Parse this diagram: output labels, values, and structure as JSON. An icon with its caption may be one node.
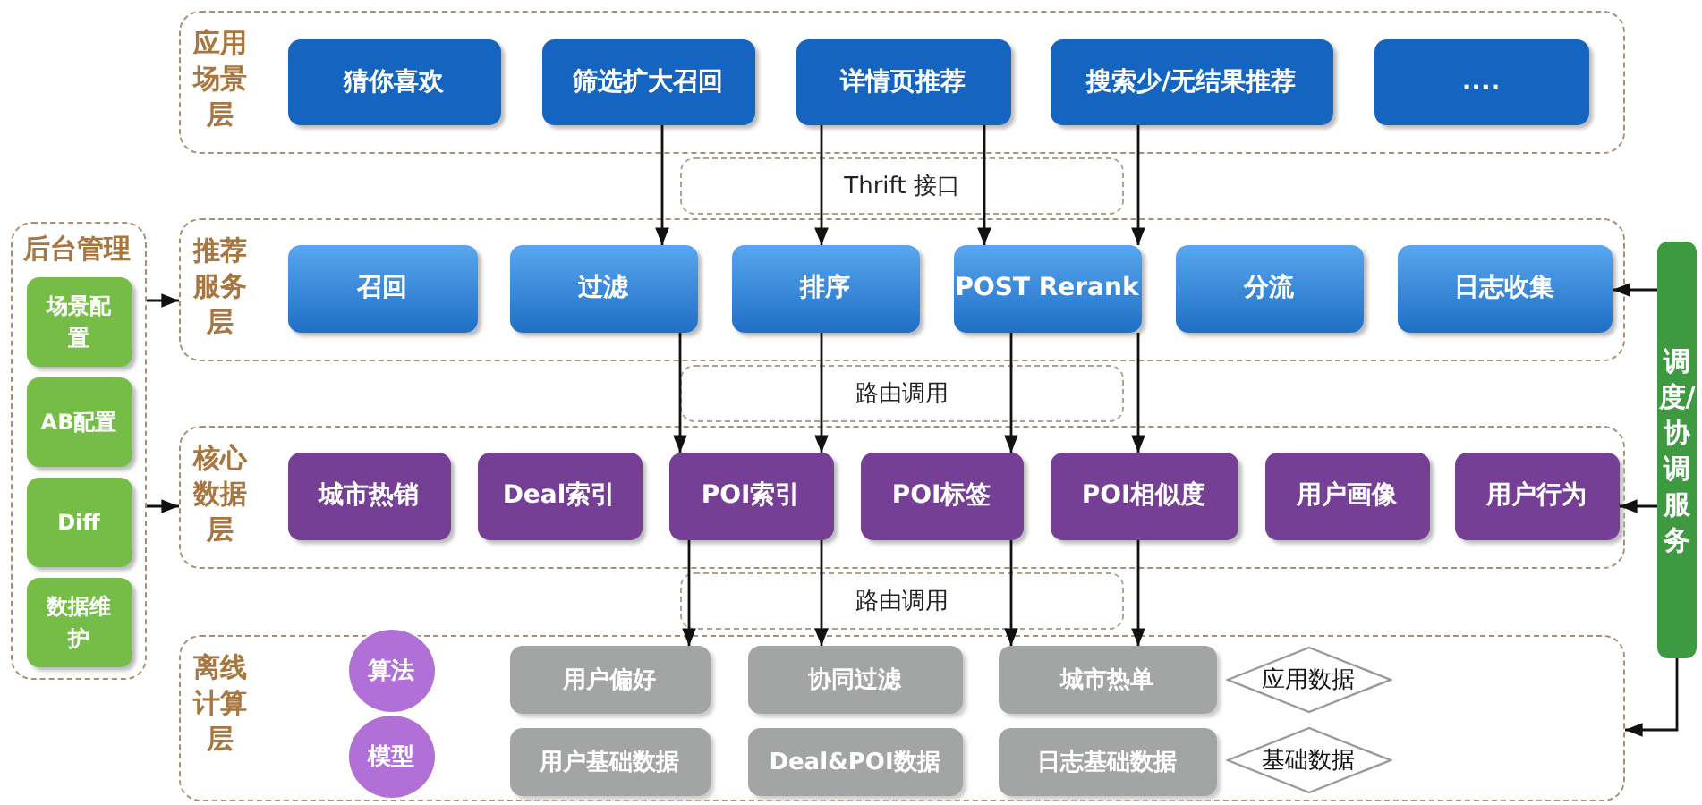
{
  "diagram": {
    "nodes": [
      {
        "text": [
          "应用场景层"
        ]
      },
      {
        "text": [
          "猜你喜欢"
        ],
        "in": 0
      },
      {
        "text": [
          "筛选扩大召回"
        ],
        "in": 0
      },
      {
        "text": [
          "详情页推荐"
        ],
        "in": 0
      },
      {
        "text": [
          "搜索少/无结果推荐"
        ],
        "in": 0
      },
      {
        "text": [
          "...."
        ],
        "in": 0
      },
      {
        "text": [
          "后台管理"
        ]
      },
      {
        "text": [
          "场景配置"
        ],
        "in": 6
      },
      {
        "text": [
          "AB配置"
        ],
        "in": 6
      },
      {
        "text": [
          "Diff"
        ],
        "in": 6
      },
      {
        "text": [
          "数据维护"
        ],
        "in": 6
      },
      {
        "text": [
          "推荐服务层"
        ]
      },
      {
        "text": [
          "召回"
        ],
        "in": 11
      },
      {
        "text": [
          "过滤"
        ],
        "in": 11
      },
      {
        "text": [
          "排序"
        ],
        "in": 11
      },
      {
        "text": [
          "POST Rerank"
        ],
        "in": 11
      },
      {
        "text": [
          "分流"
        ],
        "in": 11
      },
      {
        "text": [
          "日志收集"
        ],
        "in": 11
      },
      {
        "text": [
          "核心数据层"
        ]
      },
      {
        "text": [
          "城市热销"
        ],
        "in": 18
      },
      {
        "text": [
          "Deal索引"
        ],
        "in": 18
      },
      {
        "text": [
          "POI索引"
        ],
        "in": 18
      },
      {
        "text": [
          "POI标签"
        ],
        "in": 18
      },
      {
        "text": [
          "POI相似度"
        ],
        "in": 18
      },
      {
        "text": [
          "用户画像"
        ],
        "in": 18
      },
      {
        "text": [
          "用户行为"
        ],
        "in": 18
      },
      {
        "text": [
          "离线计算层"
        ]
      },
      {
        "text": [
          "算法"
        ],
        "in": 26
      },
      {
        "text": [
          "模型"
        ],
        "in": 26
      },
      {
        "text": [
          "用户偏好"
        ],
        "in": 26
      },
      {
        "text": [
          "协同过滤"
        ],
        "in": 26
      },
      {
        "text": [
          "城市热单"
        ],
        "in": 26
      },
      {
        "text": [
          "用户基础数据"
        ],
        "in": 26
      },
      {
        "text": [
          "Deal&POI数据"
        ],
        "in": 26
      },
      {
        "text": [
          "日志基础数据"
        ],
        "in": 26
      },
      {
        "text": [
          "应用数据"
        ],
        "in": 26
      },
      {
        "text": [
          "基础数据"
        ],
        "in": 26
      },
      {
        "text": [
          "调度/协调服务"
        ]
      }
    ],
    "edges": [
      {
        "from": 2,
        "to": 13,
        "arrow": "to"
      },
      {
        "from": 3,
        "to": 14,
        "arrow": "to"
      },
      {
        "from": 3,
        "to": 15,
        "arrow": "to"
      },
      {
        "from": 4,
        "to": 15,
        "arrow": "to"
      },
      {
        "from": 13,
        "to": 21,
        "arrow": "to"
      },
      {
        "from": 14,
        "to": 21,
        "arrow": "to"
      },
      {
        "from": 15,
        "to": 22,
        "arrow": "to"
      },
      {
        "from": 15,
        "to": 23,
        "arrow": "to"
      },
      {
        "from": 21,
        "to": 29,
        "arrow": "to"
      },
      {
        "from": 21,
        "to": 30,
        "arrow": "to"
      },
      {
        "from": 22,
        "to": 31,
        "arrow": "to"
      },
      {
        "from": 23,
        "to": 31,
        "arrow": "to"
      },
      {
        "from": 6,
        "to": 11,
        "arrow": "to"
      },
      {
        "from": 6,
        "to": 18,
        "arrow": "to"
      },
      {
        "from": 37,
        "to": 17,
        "arrow": "to"
      },
      {
        "from": 37,
        "to": 25,
        "arrow": "to"
      },
      {
        "from": 37,
        "to": 26,
        "arrow": "to"
      }
    ],
    "labels": [
      "Thrift 接口",
      "路由调用",
      "路由调用"
    ]
  }
}
